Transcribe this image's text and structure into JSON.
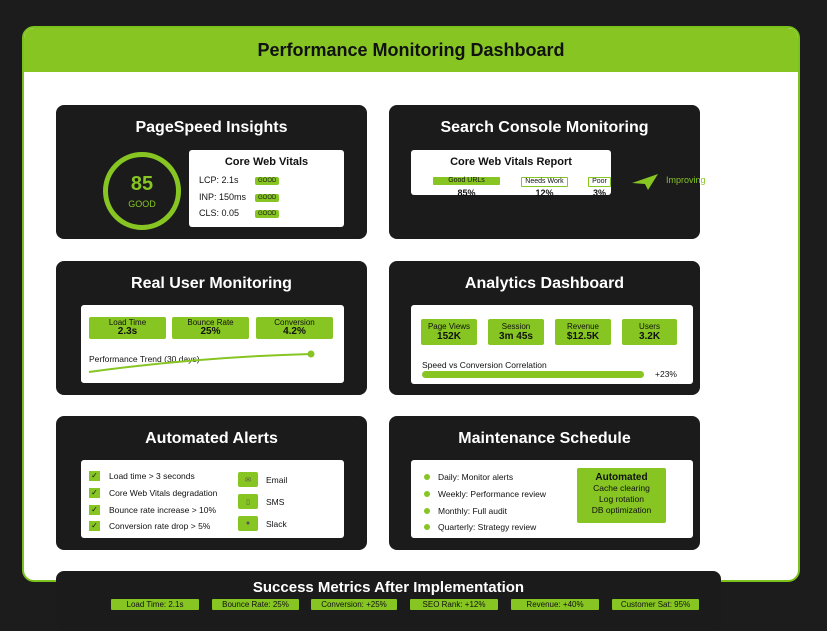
{
  "header": {
    "title": "Performance Monitoring Dashboard"
  },
  "colors": {
    "accent": "#86c522",
    "card": "#1b1b1b",
    "background": "#1c1c1c"
  },
  "pagespeed": {
    "title": "PageSpeed Insights",
    "score": "85",
    "score_label": "GOOD",
    "cwv_title": "Core Web Vitals",
    "vitals": [
      {
        "label": "LCP: 2.1s",
        "status": "GOOD"
      },
      {
        "label": "INP: 150ms",
        "status": "GOOD"
      },
      {
        "label": "CLS: 0.05",
        "status": "GOOD"
      }
    ]
  },
  "search_console": {
    "title": "Search Console Monitoring",
    "report_title": "Core Web Vitals Report",
    "categories": [
      {
        "label": "Good URLs",
        "value": "85%"
      },
      {
        "label": "Needs Work",
        "value": "12%"
      },
      {
        "label": "Poor",
        "value": "3%"
      }
    ],
    "trend": "Improving",
    "trend_icon": "arrow-up-right-icon"
  },
  "rum": {
    "title": "Real User Monitoring",
    "metrics": [
      {
        "label": "Load Time",
        "value": "2.3s"
      },
      {
        "label": "Bounce Rate",
        "value": "25%"
      },
      {
        "label": "Conversion",
        "value": "4.2%"
      }
    ],
    "trend_label": "Performance Trend (30 days)"
  },
  "analytics": {
    "title": "Analytics Dashboard",
    "metrics": [
      {
        "label": "Page Views",
        "value": "152K"
      },
      {
        "label": "Session",
        "value": "3m 45s"
      },
      {
        "label": "Revenue",
        "value": "$12.5K"
      },
      {
        "label": "Users",
        "value": "3.2K"
      }
    ],
    "correlation_label": "Speed vs Conversion Correlation",
    "correlation_value": "+23%"
  },
  "alerts": {
    "title": "Automated Alerts",
    "rules": [
      "Load time > 3 seconds",
      "Core Web Vitals degradation",
      "Bounce rate increase > 10%",
      "Conversion rate drop > 5%"
    ],
    "channels": [
      {
        "label": "Email",
        "icon": "email-icon"
      },
      {
        "label": "SMS",
        "icon": "phone-icon"
      },
      {
        "label": "Slack",
        "icon": "chat-icon"
      }
    ]
  },
  "maintenance": {
    "title": "Maintenance Schedule",
    "items": [
      "Daily: Monitor alerts",
      "Weekly: Performance review",
      "Monthly: Full audit",
      "Quarterly: Strategy review"
    ],
    "automated": {
      "title": "Automated",
      "items": [
        "Cache clearing",
        "Log rotation",
        "DB optimization"
      ]
    }
  },
  "success": {
    "title": "Success Metrics After Implementation",
    "metrics": [
      "Load Time: 2.1s",
      "Bounce Rate: 25%",
      "Conversion: +25%",
      "SEO Rank: +12%",
      "Revenue: +40%",
      "Customer Sat: 95%"
    ]
  }
}
